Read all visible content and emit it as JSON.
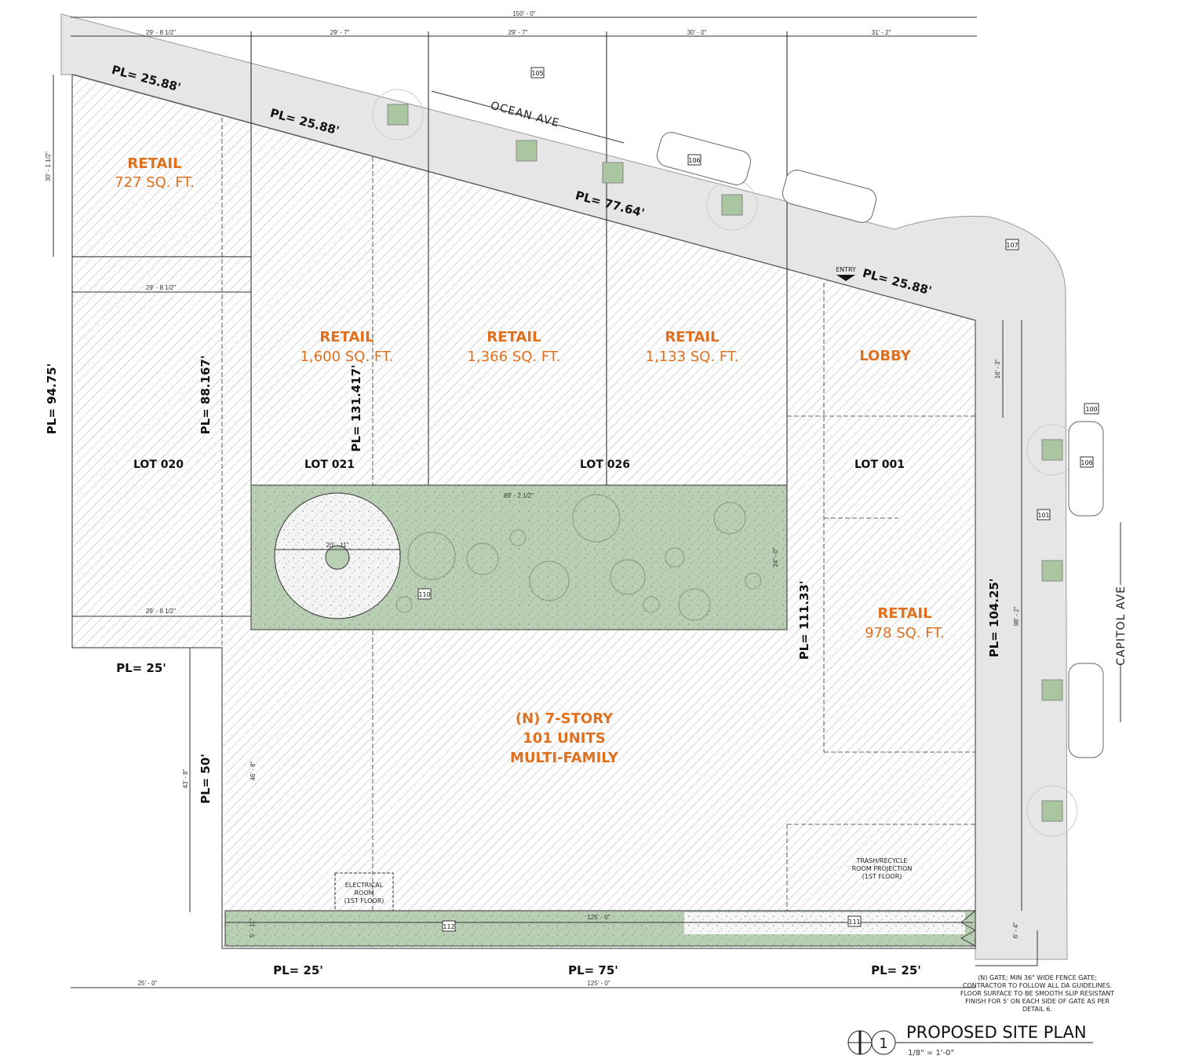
{
  "title": "PROPOSED SITE PLAN",
  "scale": "1/8\" = 1'-0\"",
  "detail_number": "1",
  "streets": {
    "ocean": "OCEAN AVE",
    "capitol": "CAPITOL AVE"
  },
  "dimensions": {
    "overall_top": "150' - 0\"",
    "top_segments": [
      "29' - 8 1/2\"",
      "29' - 7\"",
      "29' - 7\"",
      "30' - 0\"",
      "31' - 2\""
    ],
    "left_upper": "30' - 1 1/2\"",
    "lot020_mid": "29' - 8 1/2\"",
    "lot020_low": "29' - 8 1/2\"",
    "courtyard_width": "89' - 2 1/2\"",
    "courtyard_depth": "24' - 0\"",
    "circle": "20' - 11\"",
    "right_upper": "16' - 3\"",
    "right_overall": "98' - 2\"",
    "left_lower": "43' - 8\"",
    "left_lower2": "46' - 8\"",
    "strip_depth": "5' - 11\"",
    "strip_length": "125' - 0\"",
    "bottom_left": "25' - 0\"",
    "bottom_main": "125' - 0\"",
    "gate_width": "6' - 4\""
  },
  "property_lines": {
    "pl_top1": "PL= 25.88'",
    "pl_top2": "PL= 25.88'",
    "pl_top3": "PL= 77.64'",
    "pl_top4": "PL= 25.88'",
    "pl_left": "PL= 94.75'",
    "pl_88": "PL= 88.167'",
    "pl_131": "PL= 131.417'",
    "pl_111": "PL= 111.33'",
    "pl_104": "PL= 104.25'",
    "pl_25a": "PL= 25'",
    "pl_50": "PL= 50'",
    "pl_25b": "PL= 25'",
    "pl_75": "PL= 75'",
    "pl_25c": "PL= 25'"
  },
  "lots": [
    "LOT 020",
    "LOT 021",
    "LOT 026",
    "LOT 001"
  ],
  "spaces": [
    {
      "use": "RETAIL",
      "area": "727 SQ. FT."
    },
    {
      "use": "RETAIL",
      "area": "1,600 SQ. FT."
    },
    {
      "use": "RETAIL",
      "area": "1,366 SQ. FT."
    },
    {
      "use": "RETAIL",
      "area": "1,133 SQ. FT."
    },
    {
      "use": "LOBBY"
    },
    {
      "use": "RETAIL",
      "area": "978 SQ. FT."
    }
  ],
  "building": [
    "(N) 7-STORY",
    "101 UNITS",
    "MULTI-FAMILY"
  ],
  "entry": "ENTRY",
  "tags": [
    "105",
    "106",
    "106",
    "107",
    "100",
    "101",
    "110",
    "112",
    "111"
  ],
  "rooms": {
    "electrical": [
      "ELECTRICAL",
      "ROOM",
      "(1ST FLOOR)"
    ],
    "trash": [
      "TRASH/RECYCLE",
      "ROOM PROJECTION",
      "(1ST FLOOR)"
    ]
  },
  "gate_note": [
    "(N) GATE; MIN 36\" WIDE FENCE GATE;",
    "CONTRACTOR TO FOLLOW ALL DA GUIDELINES.",
    "FLOOR SURFACE TO BE SMOOTH SLIP RESISTANT",
    "FINISH FOR 5' ON EACH SIDE OF GATE AS PER",
    "DETAIL 6."
  ],
  "colors": {
    "accent": "#e0701e",
    "landscape": "#b9cfb3",
    "street": "#e6e6e6"
  }
}
